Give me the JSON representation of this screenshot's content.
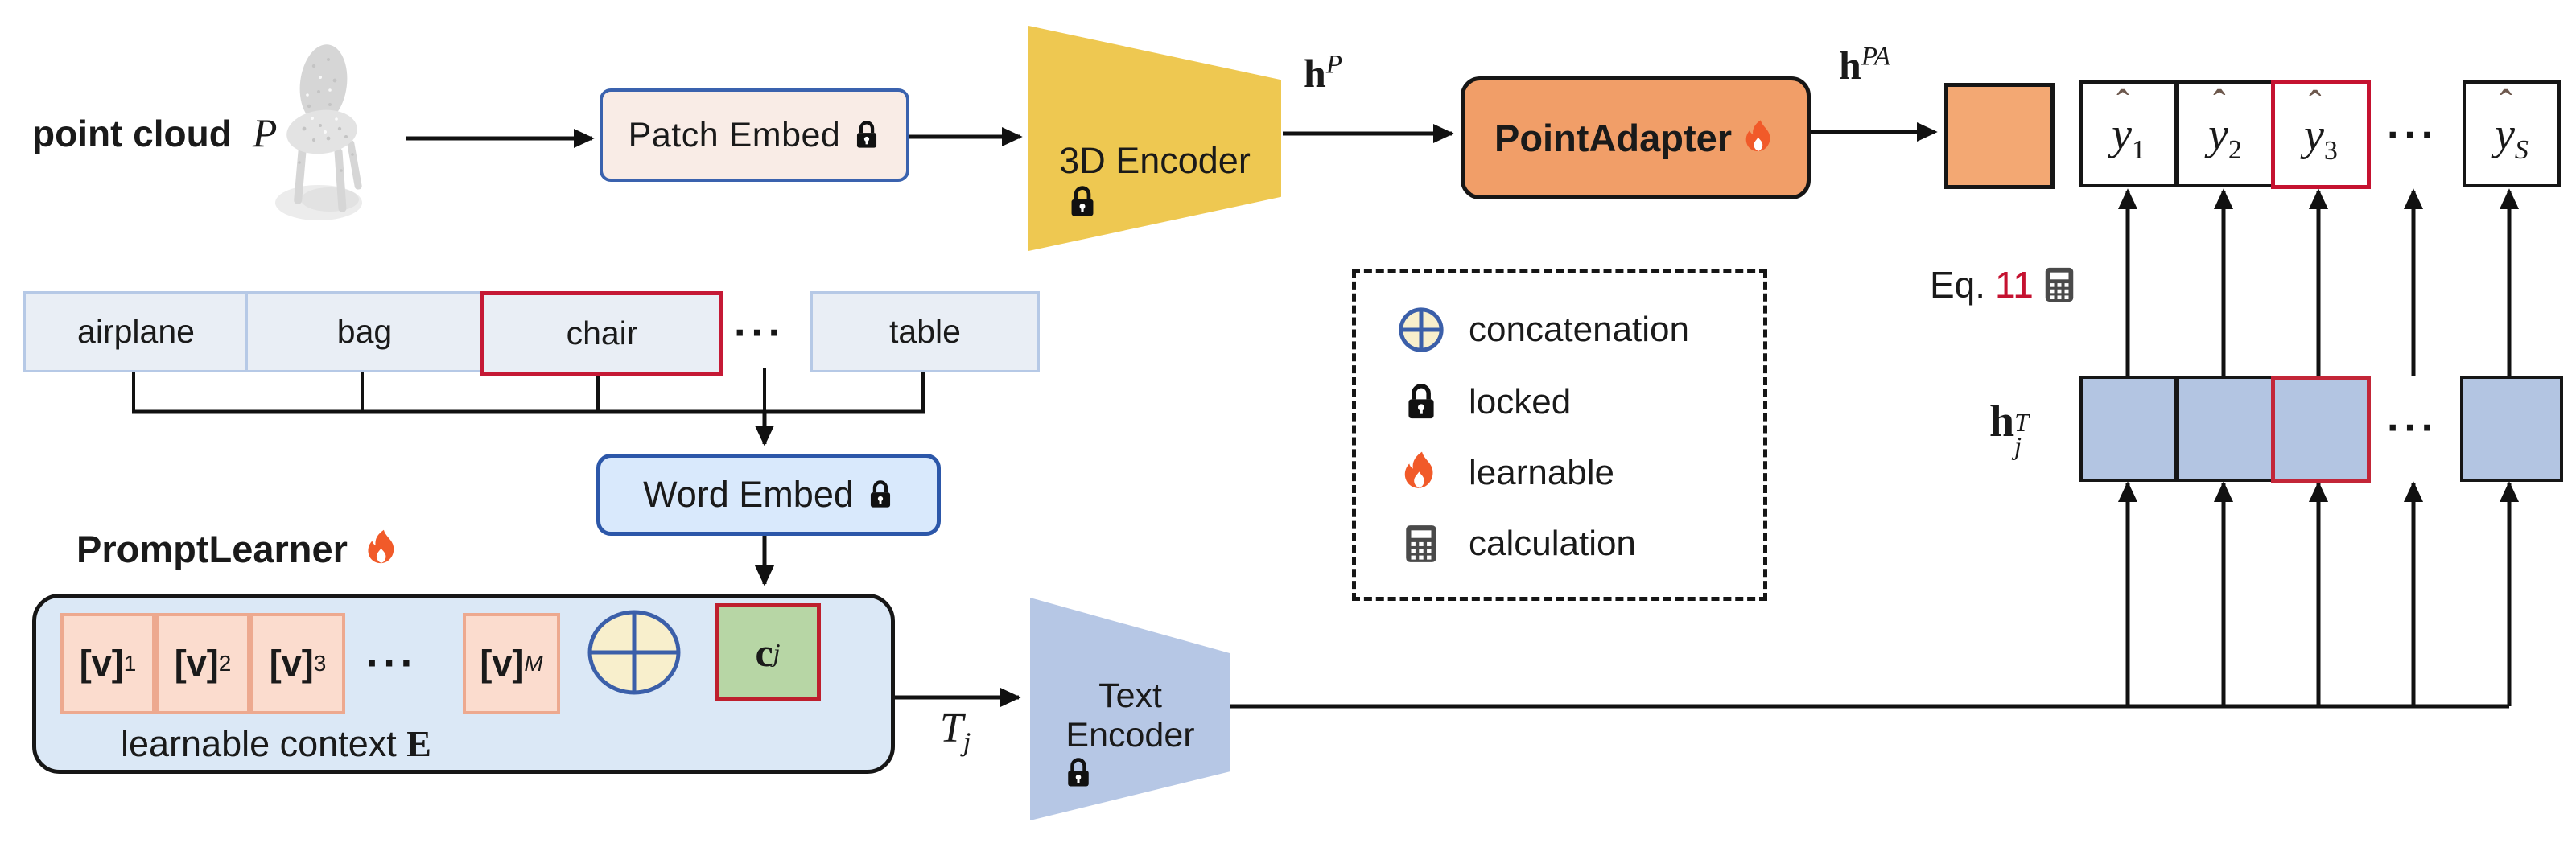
{
  "pointcloud": {
    "label": "point cloud",
    "var": "P"
  },
  "nodes": {
    "patch_embed": {
      "label": "Patch Embed"
    },
    "encoder_3d": {
      "label": "3D Encoder"
    },
    "point_adapter": {
      "label": "PointAdapter"
    },
    "word_embed": {
      "label": "Word Embed"
    },
    "text_encoder": {
      "label": "Text Encoder"
    },
    "prompt_learner": {
      "label": "PromptLearner"
    }
  },
  "math": {
    "h_p": {
      "base": "h",
      "sup": "P"
    },
    "h_pa": {
      "base": "h",
      "sup": "PA"
    },
    "h_t": {
      "base": "h",
      "sup": "T",
      "sub": "j"
    },
    "t_j": {
      "base": "T",
      "sub": "j"
    },
    "eq": {
      "prefix": "Eq.",
      "number": "11"
    }
  },
  "classes": {
    "items": [
      "airplane",
      "bag",
      "chair",
      "table"
    ],
    "highlighted": "chair",
    "ellipsis": "···"
  },
  "context": {
    "chips": [
      {
        "base": "[v]",
        "sub": "1"
      },
      {
        "base": "[v]",
        "sub": "2"
      },
      {
        "base": "[v]",
        "sub": "3"
      },
      {
        "base": "[v]",
        "sub": "M"
      }
    ],
    "ellipsis": "···",
    "class_token": {
      "base": "c",
      "sub": "j"
    },
    "caption": "learnable context",
    "caption_var": "E"
  },
  "predictions": {
    "hat": "ˆ",
    "items": [
      {
        "base": "y",
        "sub": "1"
      },
      {
        "base": "y",
        "sub": "2"
      },
      {
        "base": "y",
        "sub": "3"
      },
      {
        "base": "y",
        "sub": "S"
      }
    ],
    "ellipsis": "···"
  },
  "features_ellipsis": "···",
  "legend": {
    "items": [
      {
        "icon": "concat-icon",
        "label": "concatenation"
      },
      {
        "icon": "lock-icon",
        "label": "locked"
      },
      {
        "icon": "flame-icon",
        "label": "learnable"
      },
      {
        "icon": "calculator-icon",
        "label": "calculation"
      }
    ]
  },
  "colors": {
    "encoder_yellow": "#eec851",
    "adapter_orange": "#f19e68",
    "feature_orange": "#f3a873",
    "feature_blue": "#b3c5e2",
    "highlight_red": "#c51935",
    "token_green": "#b7d6a5",
    "context_pink": "#fbdcce",
    "panel_blue": "#dbe8f6",
    "word_embed_blue": "#d9e9fc",
    "class_fill": "#e9eef5",
    "flame_orange": "#f15a29",
    "eq_red": "#c51230"
  }
}
